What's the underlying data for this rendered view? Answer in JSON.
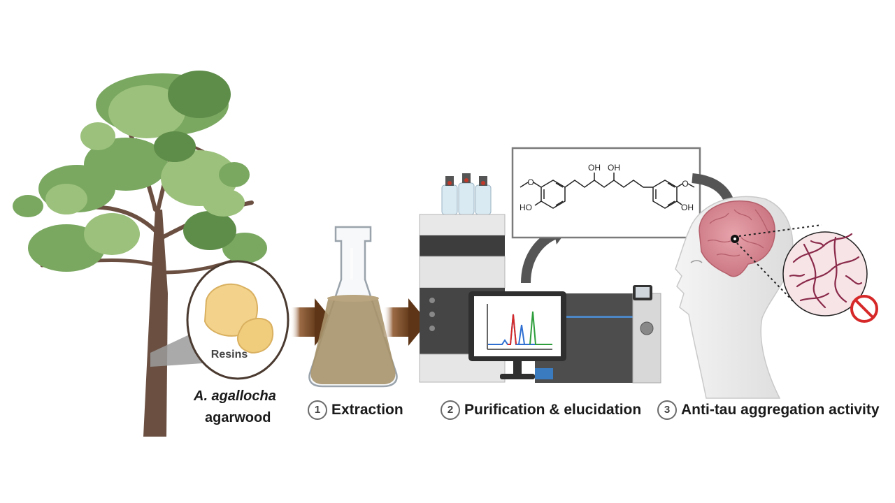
{
  "resin_label": "Resins",
  "source": {
    "species": "A. agallocha",
    "common_name": "agarwood"
  },
  "steps": [
    {
      "number": "1",
      "label": "Extraction"
    },
    {
      "number": "2",
      "label": "Purification & elucidation"
    },
    {
      "number": "3",
      "label": "Anti-tau aggregation activity"
    }
  ],
  "molecule": {
    "hydroxyl_1": "OH",
    "hydroxyl_2": "OH",
    "phenol_left": "HO",
    "phenol_right": "OH"
  },
  "colors": {
    "arrow_brown": "#6b3f1f",
    "leaf_light": "#9cc17c",
    "leaf_mid": "#7aa861",
    "leaf_dark": "#5e8c49",
    "trunk": "#6b5042",
    "extract": "#a8936b",
    "brain": "#d98a94",
    "tau_fibril": "#8a2a4a",
    "inhibit_red": "#d62828"
  }
}
